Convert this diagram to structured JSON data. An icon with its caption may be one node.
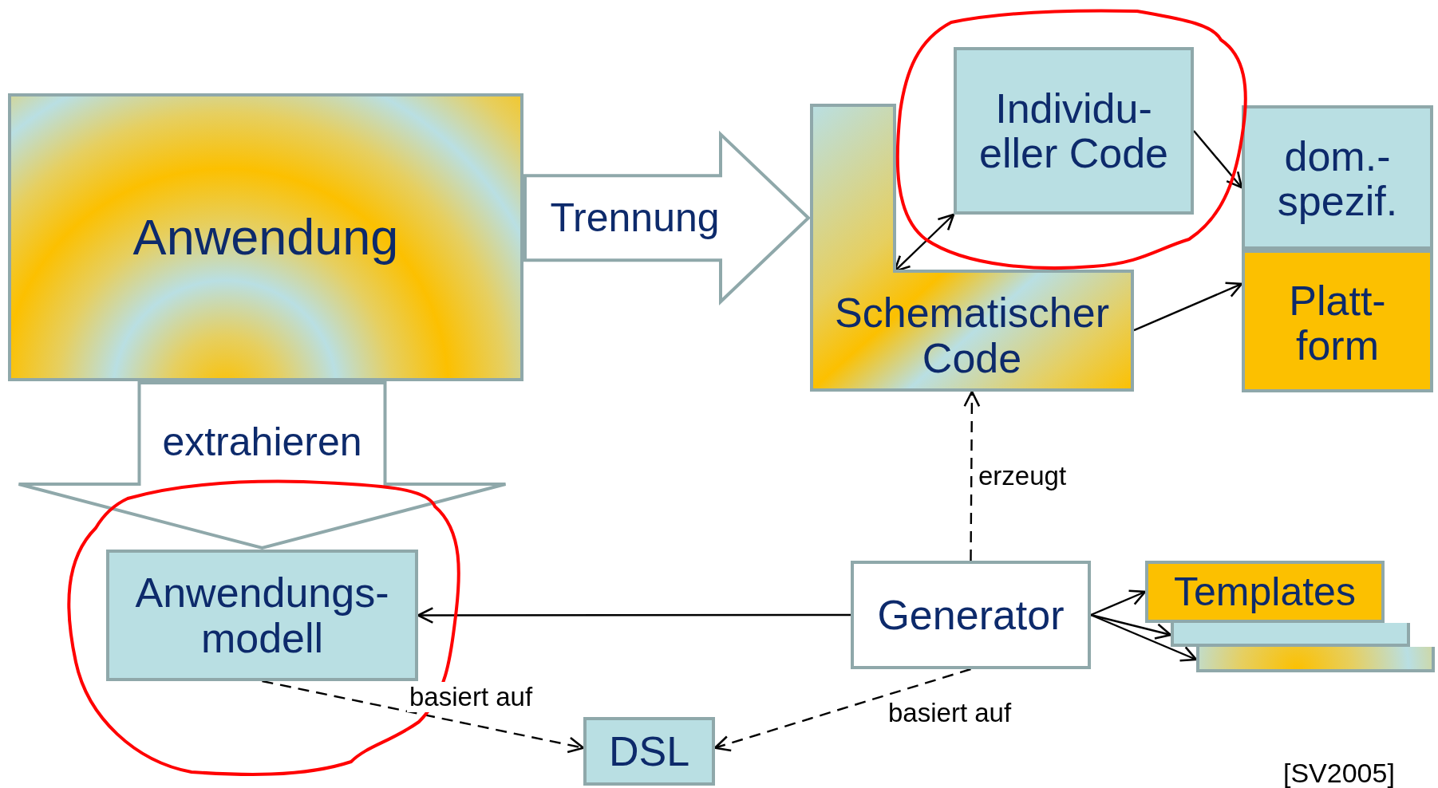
{
  "diagram": {
    "nodes": [
      {
        "text": [
          "Anwendung"
        ]
      },
      {
        "text": [
          "Individu- eller Code"
        ]
      },
      {
        "text": [
          "Schematischer Code"
        ]
      },
      {
        "text": [
          "dom.- spezif."
        ]
      },
      {
        "text": [
          "Platt- form"
        ]
      },
      {
        "text": [
          "Anwendungs- modell"
        ]
      },
      {
        "text": [
          "Generator"
        ]
      },
      {
        "text": [
          "Templates"
        ]
      },
      {
        "text": [],
        "shape": "box"
      },
      {
        "text": [],
        "shape": "box"
      },
      {
        "text": [
          "DSL"
        ]
      }
    ],
    "edges": [
      {
        "from": 0,
        "to": 2,
        "arrow": "to",
        "label": "Trennung",
        "style": "thick"
      },
      {
        "from": 2,
        "to": 1,
        "arrow": "both"
      },
      {
        "from": 1,
        "to": 3,
        "arrow": "to"
      },
      {
        "from": 2,
        "to": 4,
        "arrow": "to"
      },
      {
        "from": 0,
        "to": 5,
        "arrow": "to",
        "label": "extrahieren",
        "style": "thick"
      },
      {
        "from": 6,
        "to": 2,
        "arrow": "to",
        "label": "erzeugt",
        "style": "dashed"
      },
      {
        "from": 6,
        "to": 5,
        "arrow": "to"
      },
      {
        "from": 6,
        "to": 7,
        "arrow": "to"
      },
      {
        "from": 6,
        "to": 8,
        "arrow": "to"
      },
      {
        "from": 6,
        "to": 9,
        "arrow": "to"
      },
      {
        "from": 5,
        "to": 10,
        "arrow": "to",
        "label": "basiert auf",
        "style": "dashed"
      },
      {
        "from": 6,
        "to": 10,
        "arrow": "to",
        "label": "basiert auf",
        "style": "dashed"
      }
    ],
    "labels": [
      "[SV2005]"
    ]
  }
}
